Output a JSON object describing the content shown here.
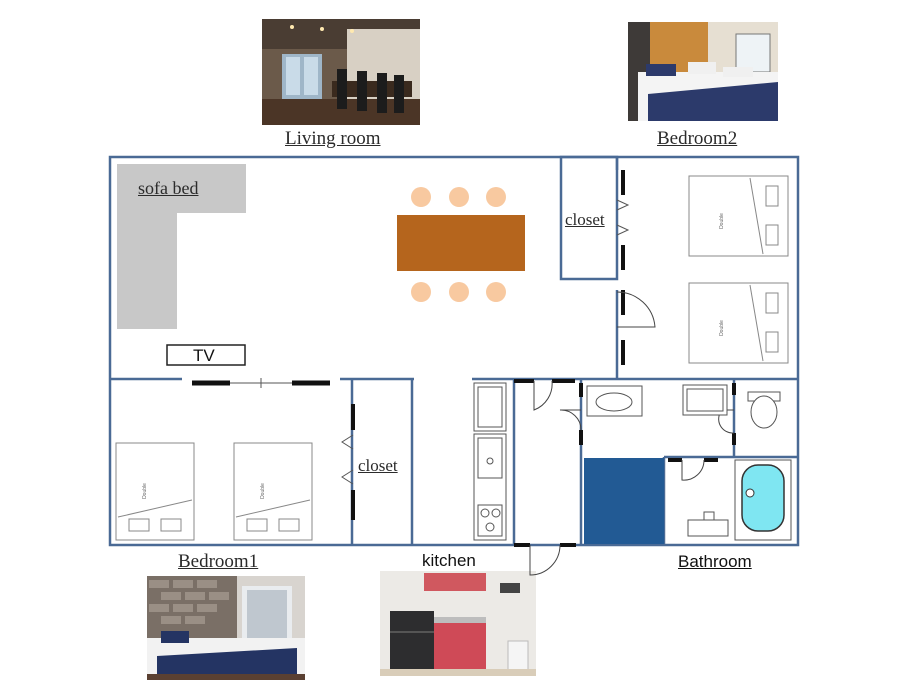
{
  "rooms": {
    "living_room": "Living room",
    "bedroom2": "Bedroom2",
    "bedroom1": "Bedroom1",
    "kitchen": "kitchen",
    "bathroom": "Bathroom"
  },
  "furniture": {
    "sofa_bed": "sofa bed",
    "tv": "TV",
    "closet_upper": "closet",
    "closet_lower": "closet",
    "bed_text": "Double"
  },
  "colors": {
    "wall": "#4a6a95",
    "sofa": "#c8c8c8",
    "table": "#b5651d",
    "chair": "#f8c9a0",
    "tile": "#225a94",
    "bath_water": "#7fe6f2"
  }
}
